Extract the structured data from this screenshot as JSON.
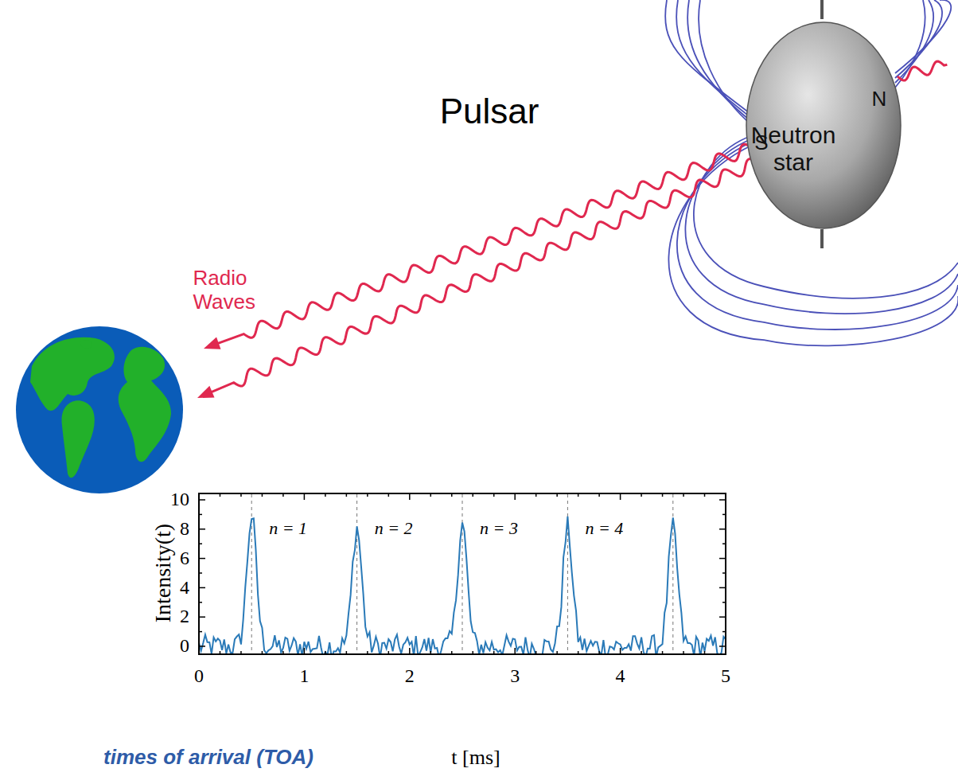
{
  "diagram": {
    "nodes": [
      {
        "text": [
          "Neutron star",
          "S",
          "N"
        ]
      }
    ],
    "labels": [
      "Pulsar",
      "Radio Waves",
      "Intensity(t)",
      "10",
      "8",
      "6",
      "4",
      "2",
      "0",
      "0",
      "1",
      "2",
      "3",
      "4",
      "5",
      "n = 1",
      "n = 2",
      "n = 3",
      "n = 4",
      "t [ms]",
      "times of arrival (TOA)"
    ]
  }
}
